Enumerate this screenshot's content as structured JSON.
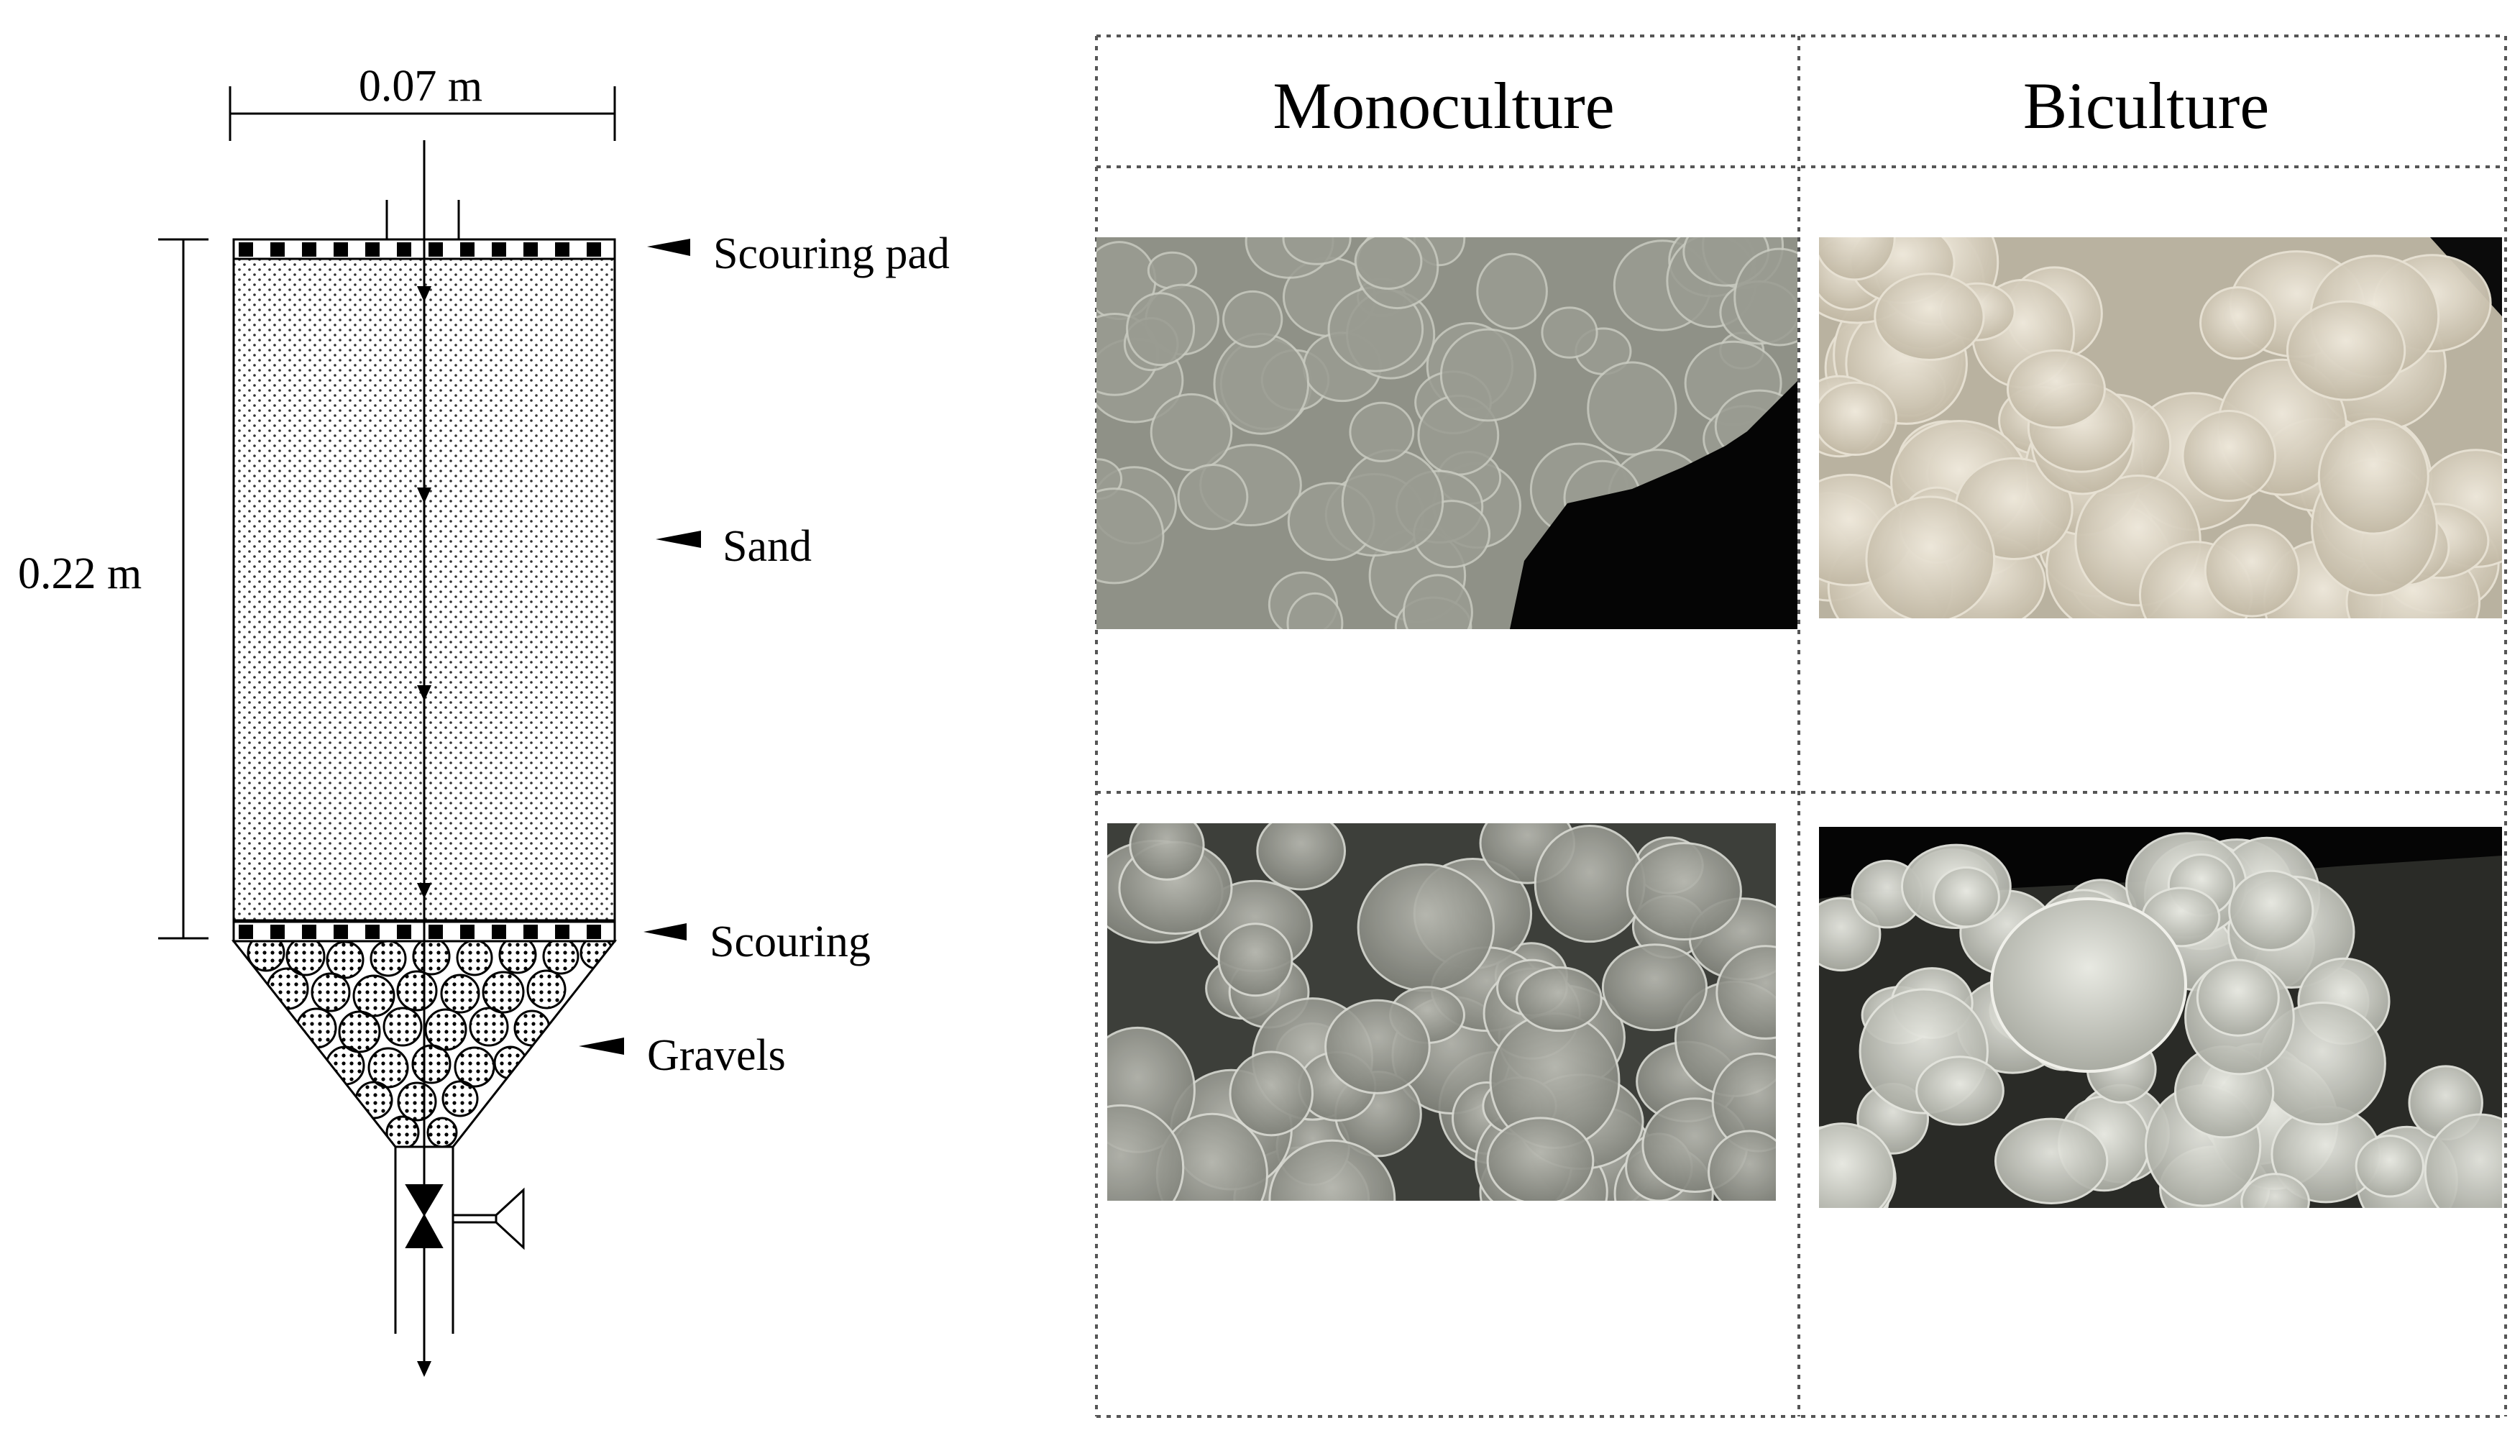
{
  "column": {
    "width_label": "0.07 m",
    "height_label": "0.22 m",
    "labels": {
      "scouring_pad_top": "Scouring pad",
      "sand": "Sand",
      "scouring_bottom": "Scouring",
      "gravels": "Gravels"
    }
  },
  "table": {
    "headers": [
      "Monoculture",
      "Biculture"
    ]
  },
  "colors": {
    "line": "#000000",
    "grid": "#555555",
    "photo_dark": "#0a0a0a",
    "grain": "#cfd0c8"
  }
}
